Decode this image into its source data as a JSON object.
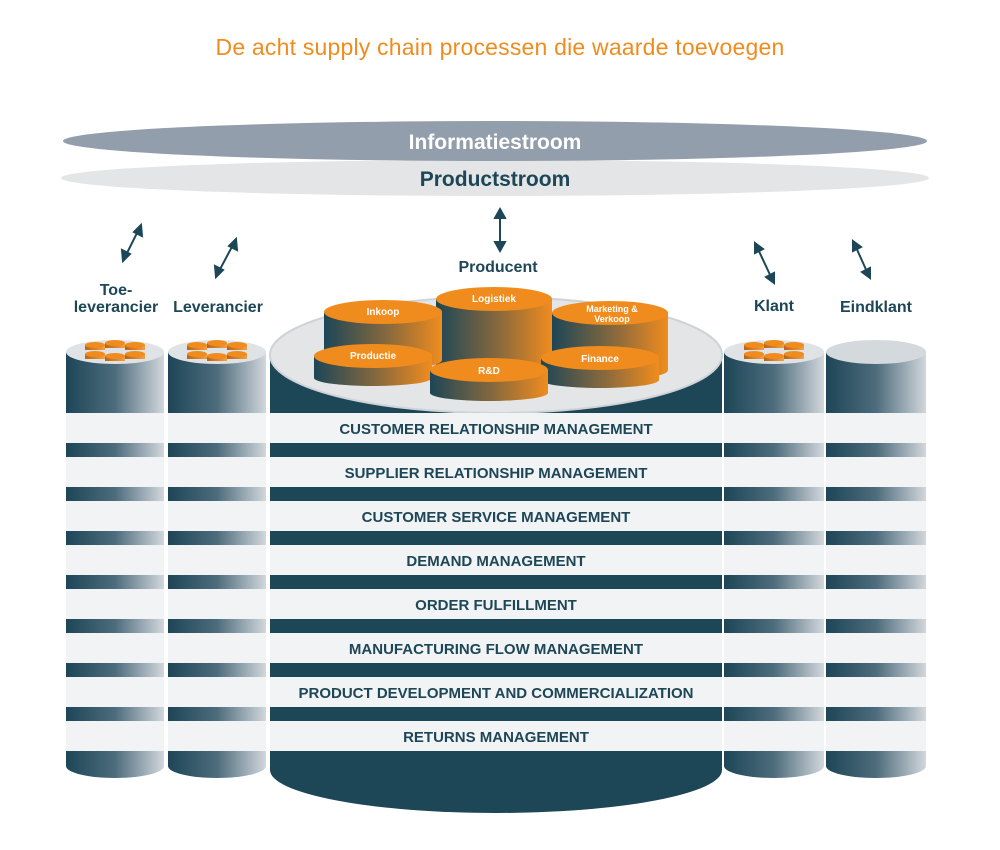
{
  "title": "De acht supply chain processen die waarde toevoegen",
  "streams": {
    "information": "Informatiestroom",
    "product": "Productstroom"
  },
  "entities": {
    "toeleverancier_line1": "Toe-",
    "toeleverancier_line2": "leverancier",
    "leverancier": "Leverancier",
    "producent": "Producent",
    "klant": "Klant",
    "eindklant": "Eindklant"
  },
  "departments": {
    "inkoop": "Inkoop",
    "logistiek": "Logistiek",
    "marketing_line1": "Marketing &",
    "marketing_line2": "Verkoop",
    "productie": "Productie",
    "rd": "R&D",
    "finance": "Finance"
  },
  "processes": [
    "CUSTOMER RELATIONSHIP MANAGEMENT",
    "SUPPLIER RELATIONSHIP MANAGEMENT",
    "CUSTOMER SERVICE MANAGEMENT",
    "DEMAND MANAGEMENT",
    "ORDER FULFILLMENT",
    "MANUFACTURING FLOW MANAGEMENT",
    "PRODUCT DEVELOPMENT AND COMMERCIALIZATION",
    "RETURNS MANAGEMENT"
  ],
  "colors": {
    "title": "#f08c1e",
    "dark_teal": "#1d4657",
    "band_light": "#f1f3f4",
    "info_ellipse": "#929eab",
    "product_ellipse": "#e3e5e6",
    "orange": "#f08c1e"
  }
}
